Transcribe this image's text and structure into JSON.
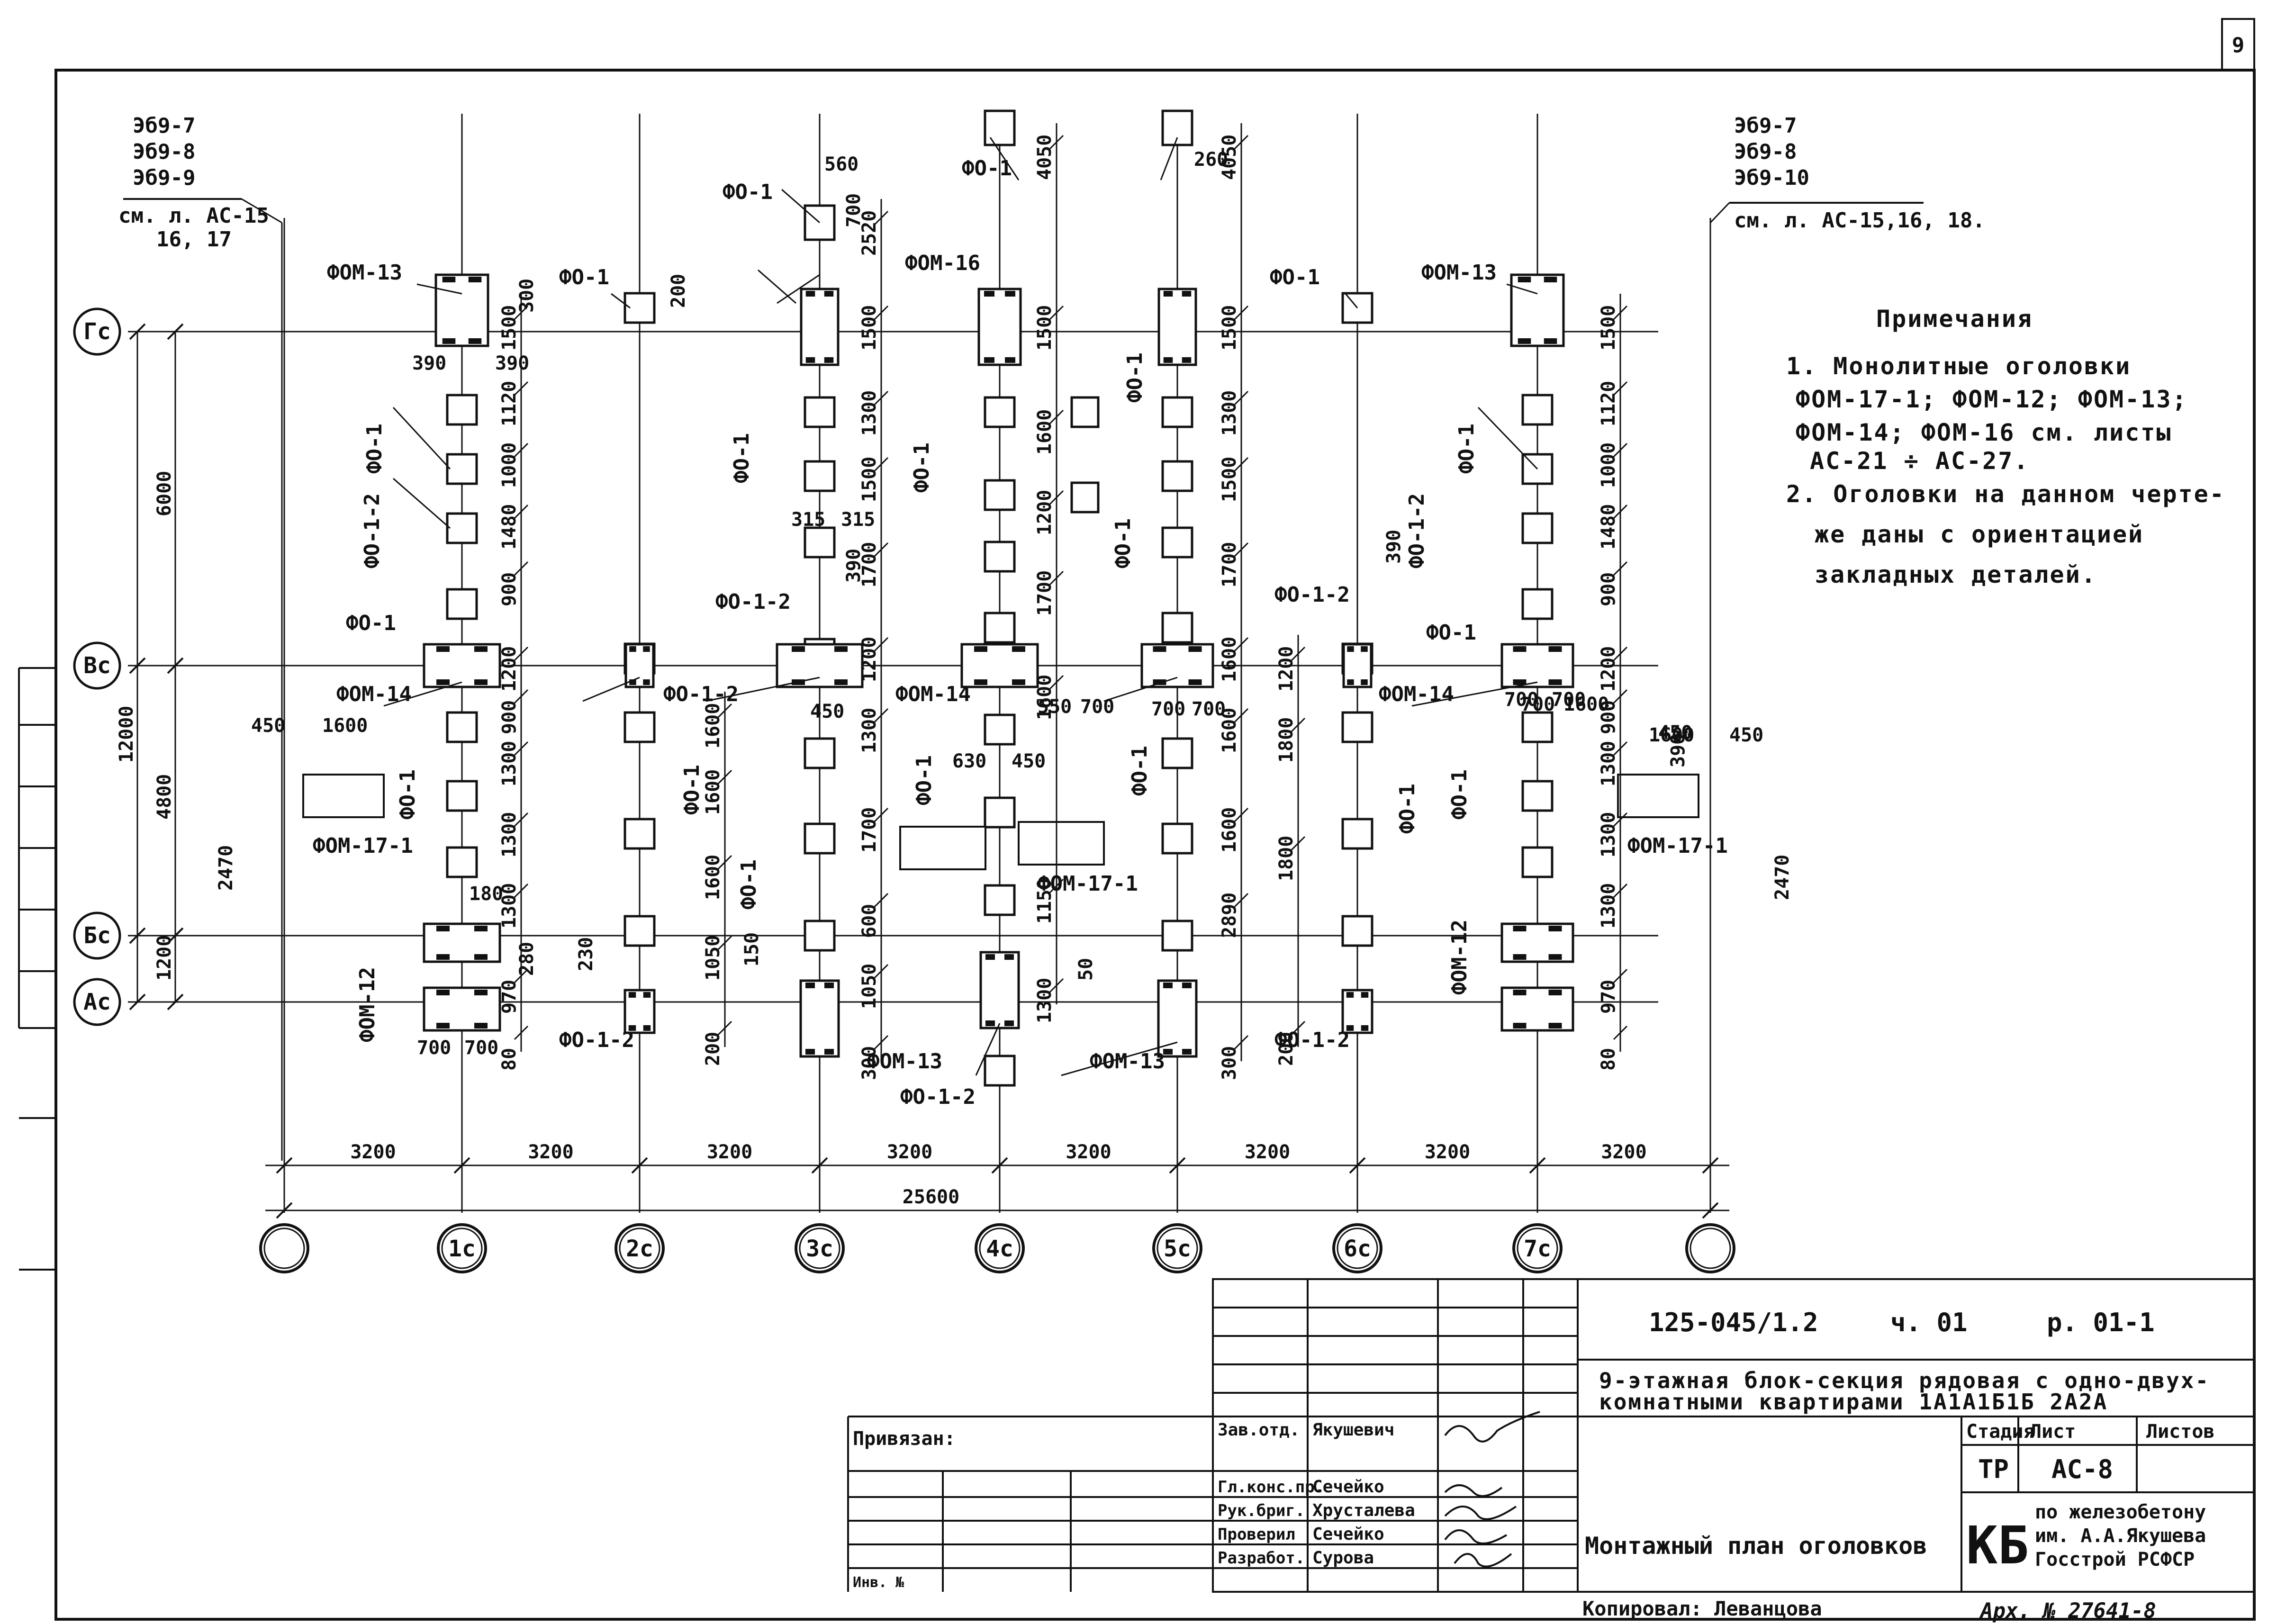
{
  "sheet_number": "9",
  "axes": {
    "vertical": [
      "1с",
      "2с",
      "3с",
      "4с",
      "5с",
      "6с",
      "7с"
    ],
    "horizontal": [
      "Гс",
      "Вс",
      "Бс",
      "Ас"
    ]
  },
  "bottom_dims": {
    "spans": [
      "3200",
      "3200",
      "3200",
      "3200",
      "3200",
      "3200",
      "3200",
      "3200"
    ],
    "total": "25600"
  },
  "left_dims": {
    "a": "6000",
    "b": "12000",
    "c": "4800",
    "d": "1200",
    "e": "2470"
  },
  "right_dims": {
    "e": "2470"
  },
  "refs": {
    "left_top": [
      "Эб9-7",
      "Эб9-8",
      "Эб9-9",
      "см. л. АС-15",
      "16, 17"
    ],
    "right_top": [
      "Эб9-7",
      "Эб9-8",
      "Эб9-10",
      "см. л. АС-15,16, 18."
    ]
  },
  "marks": {
    "fo1": "ФО-1",
    "fo12": "ФО-1-2",
    "fom12": "ФОМ-12",
    "fom13": "ФОМ-13",
    "fom14": "ФОМ-14",
    "fom16": "ФОМ-16",
    "fom171": "ФОМ-17-1"
  },
  "col_dims": {
    "c1": [
      "1500",
      "1120",
      "1000",
      "1480",
      "900",
      "1200",
      "900",
      "1300",
      "1300",
      "1300",
      "970",
      "80"
    ],
    "c7": [
      "1500",
      "1120",
      "1000",
      "1480",
      "900",
      "1200",
      "900",
      "1300",
      "1300",
      "1300",
      "970",
      "80"
    ],
    "c3": [
      "2520",
      "1500",
      "1300",
      "1500",
      "1700",
      "1200",
      "1300",
      "1700",
      "600",
      "1050",
      "300"
    ],
    "c4": [
      "4050",
      "1500",
      "1600",
      "1200",
      "1700",
      "1600",
      "1150",
      "1300"
    ],
    "c5": [
      "4050",
      "1500",
      "1300",
      "1500",
      "1700",
      "1600",
      "1600",
      "1600",
      "2890",
      "300"
    ],
    "c2": [
      "1600",
      "1600",
      "1600",
      "1050",
      "200"
    ],
    "c6": [
      "1200",
      "1800",
      "1800",
      "200"
    ]
  },
  "misc_dims": [
    "560",
    "700",
    "300",
    "200",
    "260",
    "390",
    "390",
    "315",
    "315",
    "390",
    "390",
    "630",
    "450",
    "450",
    "550",
    "700",
    "700",
    "1600",
    "450",
    "390",
    "180",
    "230",
    "150",
    "50",
    "280"
  ],
  "notes": {
    "title": "Примечания",
    "lines": [
      "1. Монолитные оголовки",
      "ФОМ-17-1; ФОМ-12; ФОМ-13;",
      "ФОМ-14; ФОМ-16 см. листы",
      "АС-21 ÷ АС-27.",
      "2. Оголовки на данном черте-",
      "же даны с ориентацией",
      "закладных деталей."
    ]
  },
  "title_block": {
    "code": "125-045/1.2",
    "part": "ч. 01",
    "section": "р. 01-1",
    "project": [
      "9-этажная блок-секция рядовая с одно-двух-",
      "комнатными квартирами 1А1А1Б1Б 2А2А"
    ],
    "header_stage": "Стадия",
    "header_sheet": "Лист",
    "header_sheets": "Листов",
    "stage": "ТР",
    "sheet": "АС-8",
    "sheets": "",
    "drawing_title": "Монтажный план оголовков",
    "org_abbr": "КБ",
    "org": [
      "по железобетону",
      "им. А.А.Якушева",
      "Госстрой РСФСР"
    ],
    "privyazan": "Привязан:",
    "inv": "Инв. №",
    "staff": [
      {
        "role": "Зав.отд.",
        "name": "Якушевич"
      },
      {
        "role": "Гл.конс.пр.",
        "name": "Сечейко"
      },
      {
        "role": "Рук.бриг.",
        "name": "Хрусталева"
      },
      {
        "role": "Проверил",
        "name": "Сечейко"
      },
      {
        "role": "Разработ.",
        "name": "Сурова"
      }
    ],
    "copied": "Копировал: Леванцова",
    "archive": "Арх. № 27641-8"
  }
}
